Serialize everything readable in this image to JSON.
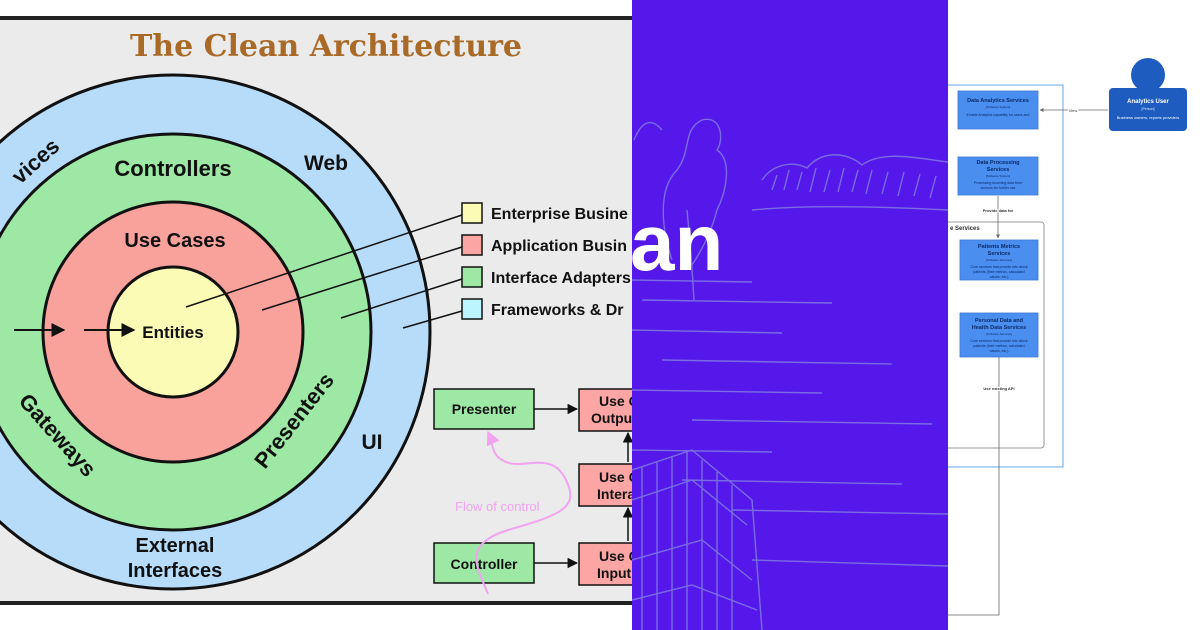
{
  "diagram": {
    "title": "The Clean Architecture",
    "rings": {
      "outer_top_left": "vices",
      "web": "Web",
      "ui": "UI",
      "external": [
        "External",
        "Interfaces"
      ],
      "controllers": "Controllers",
      "gateways": "Gateways",
      "presenters": "Presenters",
      "use_cases": "Use Cases",
      "entities": "Entities"
    },
    "legend": [
      {
        "label": "Enterprise Busine",
        "color": "#fbfbb6"
      },
      {
        "label": "Application Busin",
        "color": "#fba5a5"
      },
      {
        "label": "Interface Adapters",
        "color": "#9ee8a6"
      },
      {
        "label": "Frameworks & Dr",
        "color": "#bdf5ff"
      }
    ],
    "flow": {
      "presenter": "Presenter",
      "controller": "Controller",
      "flow_of_control": "Flow of control",
      "use_output": [
        "Use C",
        "Outpu"
      ],
      "use_interactor": [
        "Use C",
        "Intera"
      ],
      "use_input": [
        "Use C",
        "Input"
      ]
    },
    "colors": {
      "outer_ring": "#b7dcf9",
      "controllers_ring": "#9de8a5",
      "use_cases_ring": "#f9a19b",
      "entities_core": "#fbfbb6",
      "title": "#a86a26",
      "flow_pink": "#f2a3ef"
    }
  },
  "banner": {
    "text": "an",
    "background": "#5418ea",
    "line_color": "#7a6de4"
  },
  "c4": {
    "analytics_user": {
      "title": "Analytics User",
      "type": "[Person]",
      "desc": "Business owners, reports providers"
    },
    "edge_view": "View",
    "data_analytics": {
      "title": "Data Analytics Services",
      "type": "[Software System]",
      "desc": "Enable Analytics capability for users and"
    },
    "data_processing": {
      "title": [
        "Data Processing",
        "Services"
      ],
      "type": "[Software System]",
      "desc": [
        "Processing incoming data from",
        "sensors for further use"
      ]
    },
    "edge_provide": "Provide data for",
    "core_boundary": "e Services",
    "patients_metrics": {
      "title": [
        "Patients Metrics",
        "Services"
      ],
      "type": "[Software Services]",
      "desc": [
        "Core services that provide info about",
        "patients (their metrics, calculated",
        "values, etc.)"
      ]
    },
    "personal_data": {
      "title": [
        "Personal Data and",
        "Health Data Services"
      ],
      "type": "[Software Services]",
      "desc": [
        "Core services that provide info about",
        "patients (their metrics, calculated",
        "values, etc.)"
      ]
    },
    "edge_api": "Use existing API",
    "colors": {
      "box": "#4a8ef0",
      "person": "#1f5cbf",
      "boundary": "#7fb6ec"
    }
  }
}
